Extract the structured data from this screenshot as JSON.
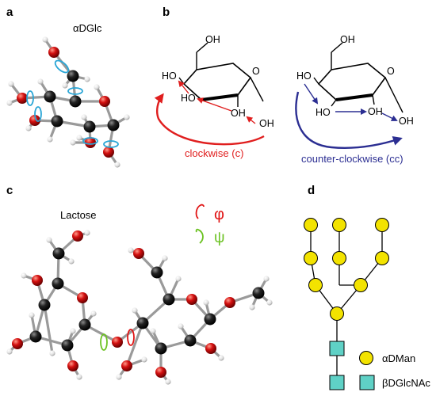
{
  "panels": {
    "a": {
      "letter": "a",
      "title": "αDGlc"
    },
    "b": {
      "letter": "b",
      "left_labels": [
        "OH",
        "HO",
        "HO",
        "OH",
        "OH"
      ],
      "right_labels": [
        "OH",
        "HO",
        "HO",
        "OH",
        "OH"
      ],
      "clockwise_caption": "clockwise (c)",
      "counter_caption": "counter-clockwise (cc)"
    },
    "c": {
      "letter": "c",
      "title": "Lactose",
      "phi_symbol": "φ",
      "psi_symbol": "ψ"
    },
    "d": {
      "letter": "d",
      "legend": [
        {
          "label": "αDMan",
          "shape": "circle"
        },
        {
          "label": "βDGlcNAc",
          "shape": "square"
        }
      ]
    }
  },
  "colors": {
    "carbon": "#1a1a1a",
    "oxygen": "#cc0d0d",
    "hydrogen": "#ececec",
    "bond": "#9a9a9a",
    "torsion_cyan": "#2aa6d6",
    "phi_red": "#e01414",
    "psi_green": "#6cc223",
    "clockwise_red": "#e01e1e",
    "counter_blue": "#2b2e92",
    "mannose_yellow": "#f3e300",
    "glcnac_cyan": "#5fd1c6"
  },
  "icons": {
    "phi_legend": "red-bracket-icon",
    "psi_legend": "green-bracket-icon",
    "mannose": "yellow-circle-icon",
    "glcnac": "cyan-square-icon"
  }
}
